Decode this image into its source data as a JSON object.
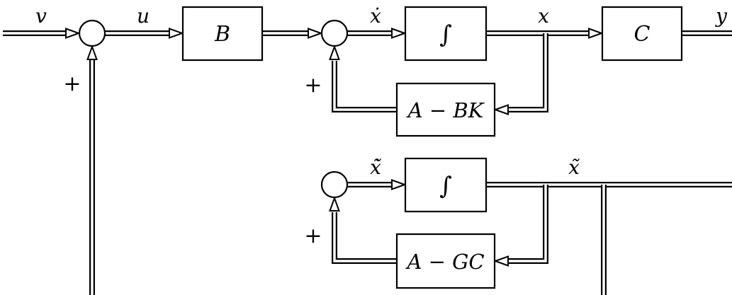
{
  "diagram": {
    "blocks": {
      "b_block": "B",
      "integrator_top": "∫",
      "c_block": "C",
      "feedback_top": "A − BK",
      "integrator_bottom": "∫",
      "feedback_bottom": "A − GC"
    },
    "signals": {
      "input": "v",
      "control": "u",
      "state_derivative": "ẋ",
      "state": "x",
      "output": "y",
      "error_derivative": "x̃̇",
      "error": "x̃"
    },
    "signs": {
      "sum1_bottom": "+",
      "sum2_bottom": "+",
      "sum3_bottom": "+"
    }
  }
}
